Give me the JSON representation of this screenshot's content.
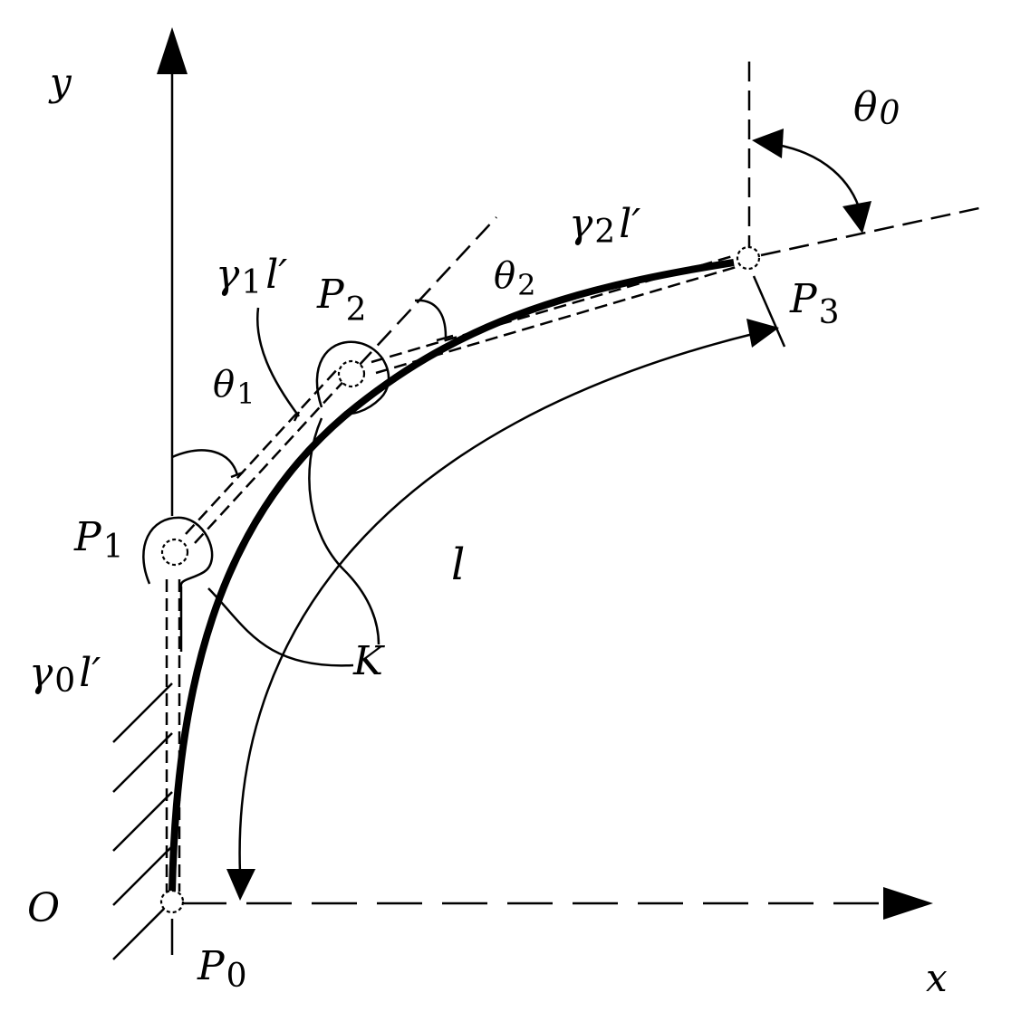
{
  "diagram": {
    "axes": {
      "x_label": "x",
      "y_label": "y",
      "origin_label": "O"
    },
    "points": {
      "p0": {
        "letter": "P",
        "sub": "0"
      },
      "p1": {
        "letter": "P",
        "sub": "1"
      },
      "p2": {
        "letter": "P",
        "sub": "2"
      },
      "p3": {
        "letter": "P",
        "sub": "3"
      }
    },
    "angles": {
      "theta0": {
        "letter": "θ",
        "sub": "0"
      },
      "theta1": {
        "letter": "θ",
        "sub": "1"
      },
      "theta2": {
        "letter": "θ",
        "sub": "2"
      }
    },
    "segments": {
      "gamma0": {
        "letter": "γ",
        "sub": "0",
        "tail": "l′"
      },
      "gamma1": {
        "letter": "γ",
        "sub": "1",
        "tail": "l′"
      },
      "gamma2": {
        "letter": "γ",
        "sub": "2",
        "tail": "l′"
      }
    },
    "length_label": "l",
    "spring_label": "K"
  }
}
